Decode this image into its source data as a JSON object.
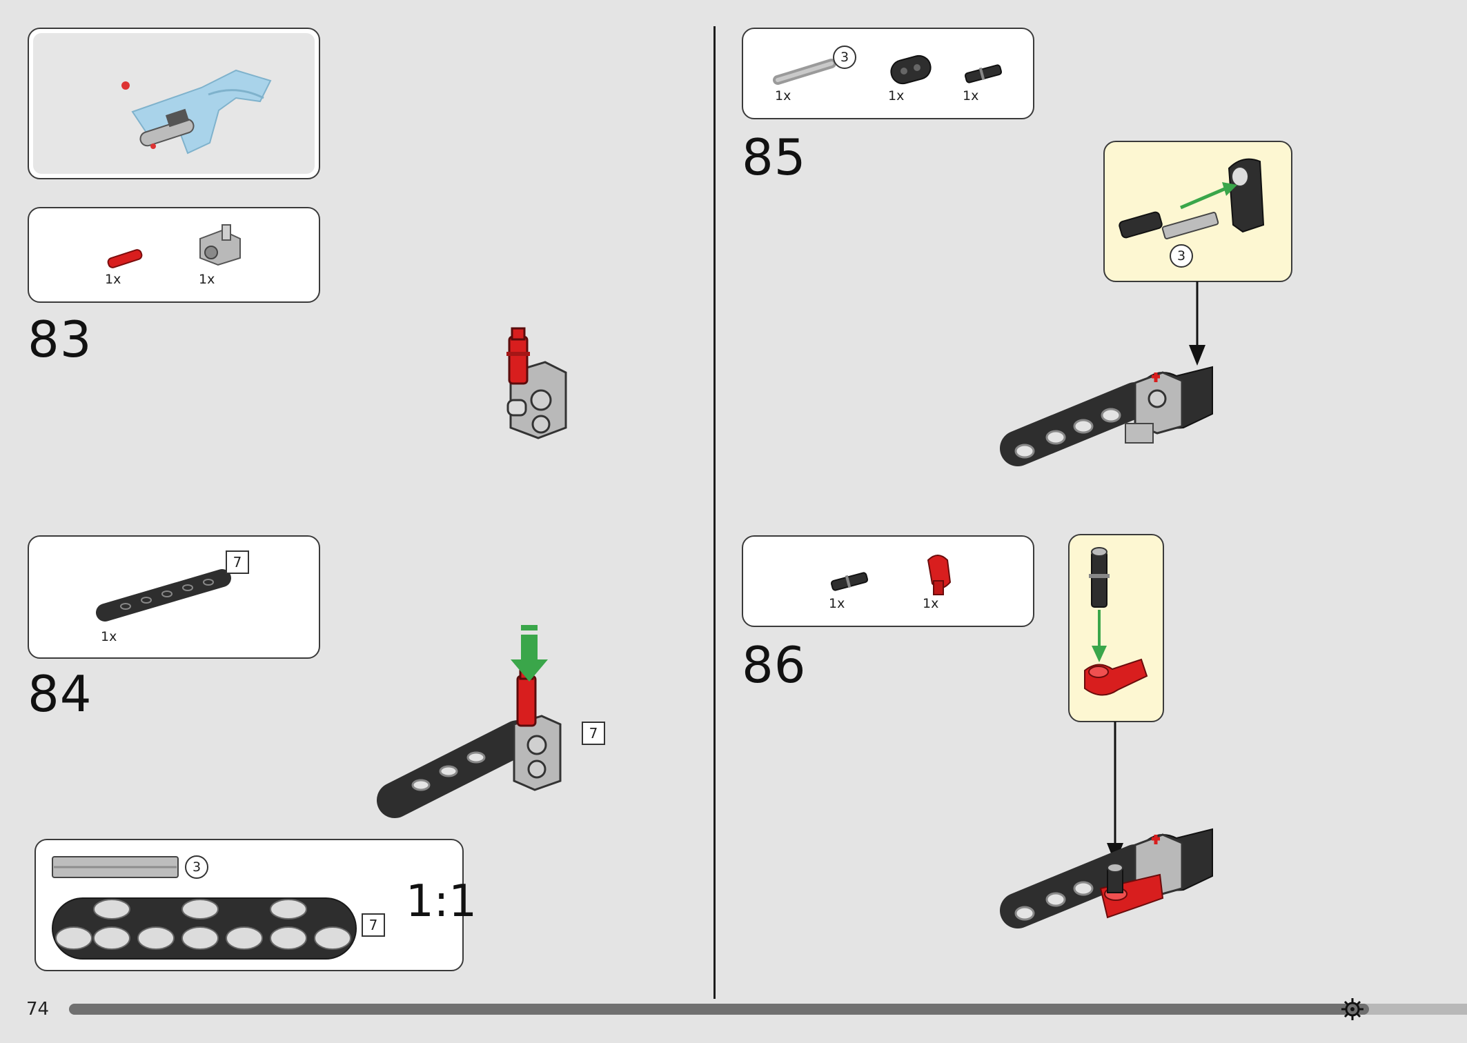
{
  "page": {
    "number": "74"
  },
  "steps": [
    {
      "number": "83",
      "parts": [
        {
          "qty": "1x",
          "icon": "red-axle-pin"
        },
        {
          "qty": "1x",
          "icon": "grey-connector-block"
        }
      ]
    },
    {
      "number": "84",
      "parts": [
        {
          "qty": "1x",
          "icon": "black-beam-7",
          "length": "7"
        }
      ],
      "length_callout": "7"
    },
    {
      "number": "85",
      "parts": [
        {
          "qty": "1x",
          "icon": "grey-axle-3",
          "length": "3"
        },
        {
          "qty": "1x",
          "icon": "black-connector"
        },
        {
          "qty": "1x",
          "icon": "black-axle-pin"
        }
      ],
      "sub_callout": "3"
    },
    {
      "number": "86",
      "parts": [
        {
          "qty": "1x",
          "icon": "black-axle-pin"
        },
        {
          "qty": "1x",
          "icon": "red-axle-connector"
        }
      ]
    }
  ],
  "scale_box": {
    "label": "1:1",
    "axle_length": "3",
    "beam_length": "7"
  },
  "colors": {
    "background": "#e4e4e4",
    "accent_green": "#3aa64a",
    "red": "#d81e1e",
    "black_part": "#2e2e2e",
    "grey_part": "#b9b9b9",
    "callout_yellow": "#fdf7d2",
    "progress": "#707070"
  },
  "progress": {
    "fraction": 0.93
  }
}
